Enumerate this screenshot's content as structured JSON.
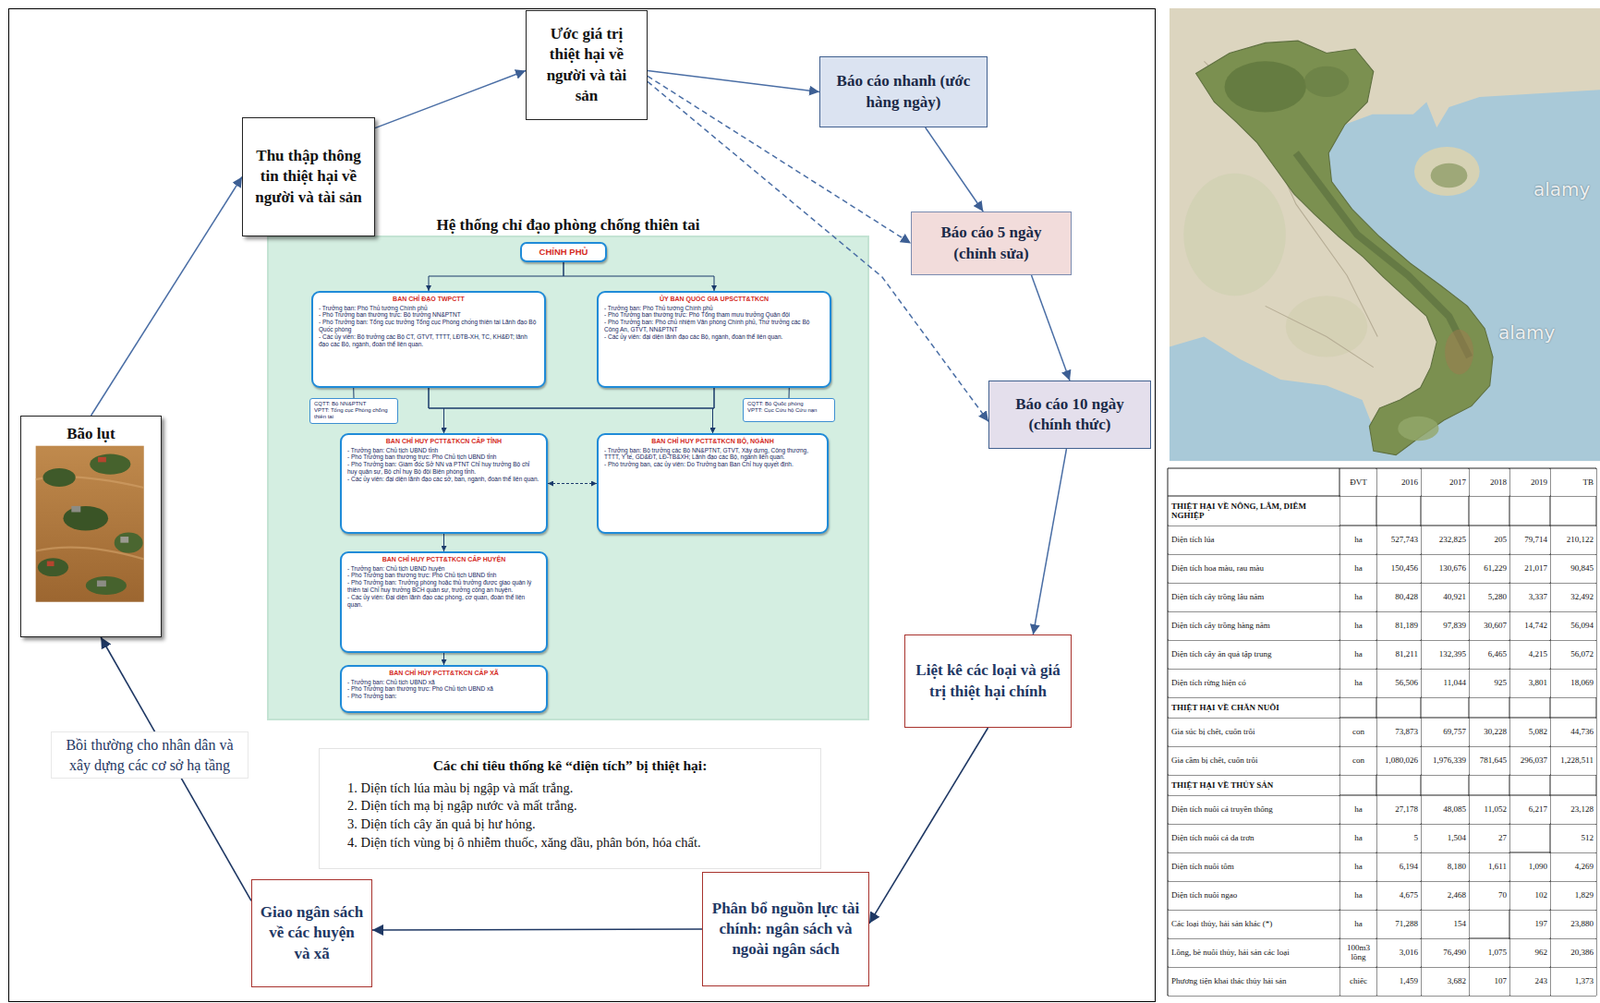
{
  "diagram": {
    "nodes": [
      {
        "text": [
          "Bão lụt"
        ]
      },
      {
        "text": [
          "Thu thập thông tin thiệt hại về người và tài sản"
        ]
      },
      {
        "text": [
          "Ước giá trị thiệt hại về người và tài sản"
        ]
      },
      {
        "text": [
          "Báo cáo nhanh (ước hàng ngày)"
        ]
      },
      {
        "text": [
          "Báo cáo 5 ngày (chỉnh sửa)"
        ]
      },
      {
        "text": [
          "Báo cáo 10 ngày (chính thức)"
        ]
      },
      {
        "text": [
          "Liệt kê các loại và giá trị thiệt hại chính"
        ]
      },
      {
        "text": [
          "Phân bổ nguồn lực tài chính: ngân sách và ngoài ngân sách"
        ]
      },
      {
        "text": [
          "Giao ngân sách về các huyện và xã"
        ]
      },
      {
        "text": [
          "Hệ thống chỉ đạo phòng chống thiên tai"
        ]
      },
      {
        "text": [
          "CHÍNH PHỦ"
        ],
        "in": 9
      },
      {
        "text": [
          "BAN CHỈ ĐẠO TWPCTT",
          "- Trưởng ban: Phó Thủ tướng Chính phủ",
          "- Phó Trưởng ban thường trực: Bộ trưởng NN&PTNT",
          "- Phó Trưởng ban: Tổng cục trưởng Tổng cục Phòng chống thiên tai Lãnh đạo Bộ Quốc phòng",
          "- Các ủy viên: Bộ trưởng các Bộ CT, GTVT, TTTT, LĐTB-XH, TC, KH&ĐT; lãnh đạo các Bộ, ngành, đoàn thể liên quan."
        ],
        "in": 9
      },
      {
        "text": [
          "ỦY BAN QUỐC GIA UPSCTT&TKCN",
          "- Trưởng ban: Phó Thủ tướng Chính phủ",
          "- Phó Trưởng ban thường trực: Phó Tổng tham mưu trưởng Quân đội",
          "- Phó Trưởng ban: Phó chủ nhiệm Văn phòng Chính phủ, Thứ trưởng các Bộ Công An, GTVT, NN&PTNT",
          "- Các ủy viên: đại diện lãnh đạo các Bộ, ngành, đoàn thể liên quan."
        ],
        "in": 9
      },
      {
        "text": [
          "CQTT: Bộ NN&PTNT",
          "VPTT: Tổng cục Phòng chống thiên tai"
        ],
        "in": 9
      },
      {
        "text": [
          "CQTT: Bộ Quốc phòng",
          "VPTT: Cục Cứu hộ Cứu nạn"
        ],
        "in": 9
      },
      {
        "text": [
          "BAN CHỈ HUY PCTT&TKCN CẤP TỈNH",
          "- Trưởng ban: Chủ tịch UBND tỉnh",
          "- Phó Trưởng ban thường trực: Phó Chủ tịch UBND tỉnh",
          "- Phó Trưởng ban: Giám đốc Sở NN và PTNT Chỉ huy trưởng Bộ chỉ huy quân sự, Bộ chỉ huy Bộ đội Biên phòng tỉnh.",
          "- Các ủy viên: đại diện lãnh đạo các sở, ban, ngành, đoàn thể liên quan."
        ],
        "in": 9
      },
      {
        "text": [
          "BAN CHỈ HUY PCTT&TKCN BỘ, NGÀNH",
          "- Trưởng ban: Bộ trưởng các Bộ NN&PTNT, GTVT, Xây dựng, Công thương, TTTT, Y tế, GD&ĐT, LĐ-TB&XH; Lãnh đạo các Bộ, ngành liên quan.",
          "- Phó trưởng ban, các ủy viên: Do Trưởng ban Ban Chỉ huy quyết định."
        ],
        "in": 9
      },
      {
        "text": [
          "BAN CHỈ HUY PCTT&TKCN CẤP HUYỆN",
          "- Trưởng ban: Chủ tịch UBND huyện",
          "- Phó Trưởng ban thường trực: Phó Chủ tịch UBND tỉnh",
          "- Phó Trưởng ban: Trưởng phòng hoặc thủ trưởng được giao quản lý thiên tai Chỉ huy trưởng BCH quân sự, trưởng công an huyện.",
          "- Các ủy viên: Đại diện lãnh đạo các phòng, cơ quan, đoàn thể liên quan."
        ],
        "in": 9
      },
      {
        "text": [
          "BAN CHỈ HUY PCTT&TKCN CẤP XÃ",
          "- Trưởng ban: Chủ tịch UBND xã",
          "- Phó Trưởng ban thường trực: Phó Chủ tịch UBND xã",
          "- Phó Trưởng ban:"
        ],
        "in": 9
      },
      {
        "text": [
          "Các chỉ tiêu thống kê “diện tích” bị thiệt hại:",
          "1. Diện tích lúa màu bị ngập và mất trắng.",
          "2. Diện tích mạ bị ngập nước và mất trắng.",
          "3. Diện tích cây ăn quả bị hư hỏng.",
          "4. Diện tích vùng bị ô nhiễm thuốc, xăng dầu, phân bón, hóa chất."
        ]
      }
    ],
    "edges": [
      {
        "from": 0,
        "to": 1,
        "arrow": "to"
      },
      {
        "from": 1,
        "to": 2,
        "arrow": "to"
      },
      {
        "from": 2,
        "to": 3,
        "arrow": "to"
      },
      {
        "from": 2,
        "to": 4,
        "arrow": "to"
      },
      {
        "from": 2,
        "to": 5,
        "arrow": "to"
      },
      {
        "from": 3,
        "to": 4,
        "arrow": "to"
      },
      {
        "from": 4,
        "to": 5,
        "arrow": "to"
      },
      {
        "from": 5,
        "to": 6,
        "arrow": "to"
      },
      {
        "from": 6,
        "to": 7,
        "arrow": "to"
      },
      {
        "from": 7,
        "to": 8,
        "arrow": "to"
      },
      {
        "from": 8,
        "to": 0,
        "arrow": "to",
        "label": "Bồi thường cho nhân dân và xây dựng các cơ sở hạ tầng"
      },
      {
        "from": 10,
        "to": 11,
        "arrow": "to"
      },
      {
        "from": 10,
        "to": 12,
        "arrow": "to"
      },
      {
        "from": 11,
        "to": 13,
        "arrow": "none"
      },
      {
        "from": 12,
        "to": 14,
        "arrow": "none"
      },
      {
        "from": 11,
        "to": 15,
        "arrow": "to"
      },
      {
        "from": 11,
        "to": 16,
        "arrow": "to"
      },
      {
        "from": 12,
        "to": 15,
        "arrow": "to"
      },
      {
        "from": 12,
        "to": 16,
        "arrow": "to"
      },
      {
        "from": 15,
        "to": 16,
        "arrow": "both"
      },
      {
        "from": 15,
        "to": 17,
        "arrow": "to"
      },
      {
        "from": 17,
        "to": 18,
        "arrow": "to"
      }
    ],
    "labels": [
      "alamy",
      "alamy",
      "ĐVT",
      "2016",
      "2017",
      "2018",
      "2019",
      "TB",
      "THIỆT HẠI VỀ NÔNG, LÂM, DIÊM NGHIỆP",
      "Diện tích lúa",
      "ha",
      "527,743",
      "232,825",
      "205",
      "79,714",
      "210,122",
      "Diện tích hoa màu, rau màu",
      "ha",
      "150,456",
      "130,676",
      "61,229",
      "21,017",
      "90,845",
      "Diện tích cây trồng lâu năm",
      "ha",
      "80,428",
      "40,921",
      "5,280",
      "3,337",
      "32,492",
      "Diện tích cây trồng hàng năm",
      "ha",
      "81,189",
      "97,839",
      "30,607",
      "14,742",
      "56,094",
      "Diện tích cây ăn quả tập trung",
      "ha",
      "81,211",
      "132,395",
      "6,465",
      "4,215",
      "56,072",
      "Diện tích rừng hiện có",
      "ha",
      "56,506",
      "11,044",
      "925",
      "3,801",
      "18,069",
      "THIỆT HẠI VỀ CHĂN NUÔI",
      "Gia súc bị chết, cuốn trôi",
      "con",
      "73,873",
      "69,757",
      "30,228",
      "5,082",
      "44,736",
      "Gia cầm bị chết, cuốn trôi",
      "con",
      "1,080,026",
      "1,976,339",
      "781,645",
      "296,037",
      "1,228,511",
      "THIỆT HẠI VỀ THỦY SẢN",
      "Diện tích nuôi cá truyền thống",
      "ha",
      "27,178",
      "48,085",
      "11,052",
      "6,217",
      "23,128",
      "Diện tích nuôi cá da trơn",
      "ha",
      "5",
      "1,504",
      "27",
      "512",
      "Diện tích nuôi tôm",
      "ha",
      "6,194",
      "8,180",
      "1,611",
      "1,090",
      "4,269",
      "Diện tích nuôi ngao",
      "ha",
      "4,675",
      "2,468",
      "70",
      "102",
      "1,829",
      "Các loại thủy, hải sản khác (*)",
      "ha",
      "71,288",
      "154",
      "197",
      "23,880",
      "Lồng, bè nuôi thủy, hải sản các loại",
      "100m3 lồng",
      "3,016",
      "76,490",
      "1,075",
      "962",
      "20,386",
      "Phương tiện khai thác thủy hải sản",
      "chiếc",
      "1,459",
      "3,682",
      "107",
      "243",
      "1,373"
    ]
  }
}
